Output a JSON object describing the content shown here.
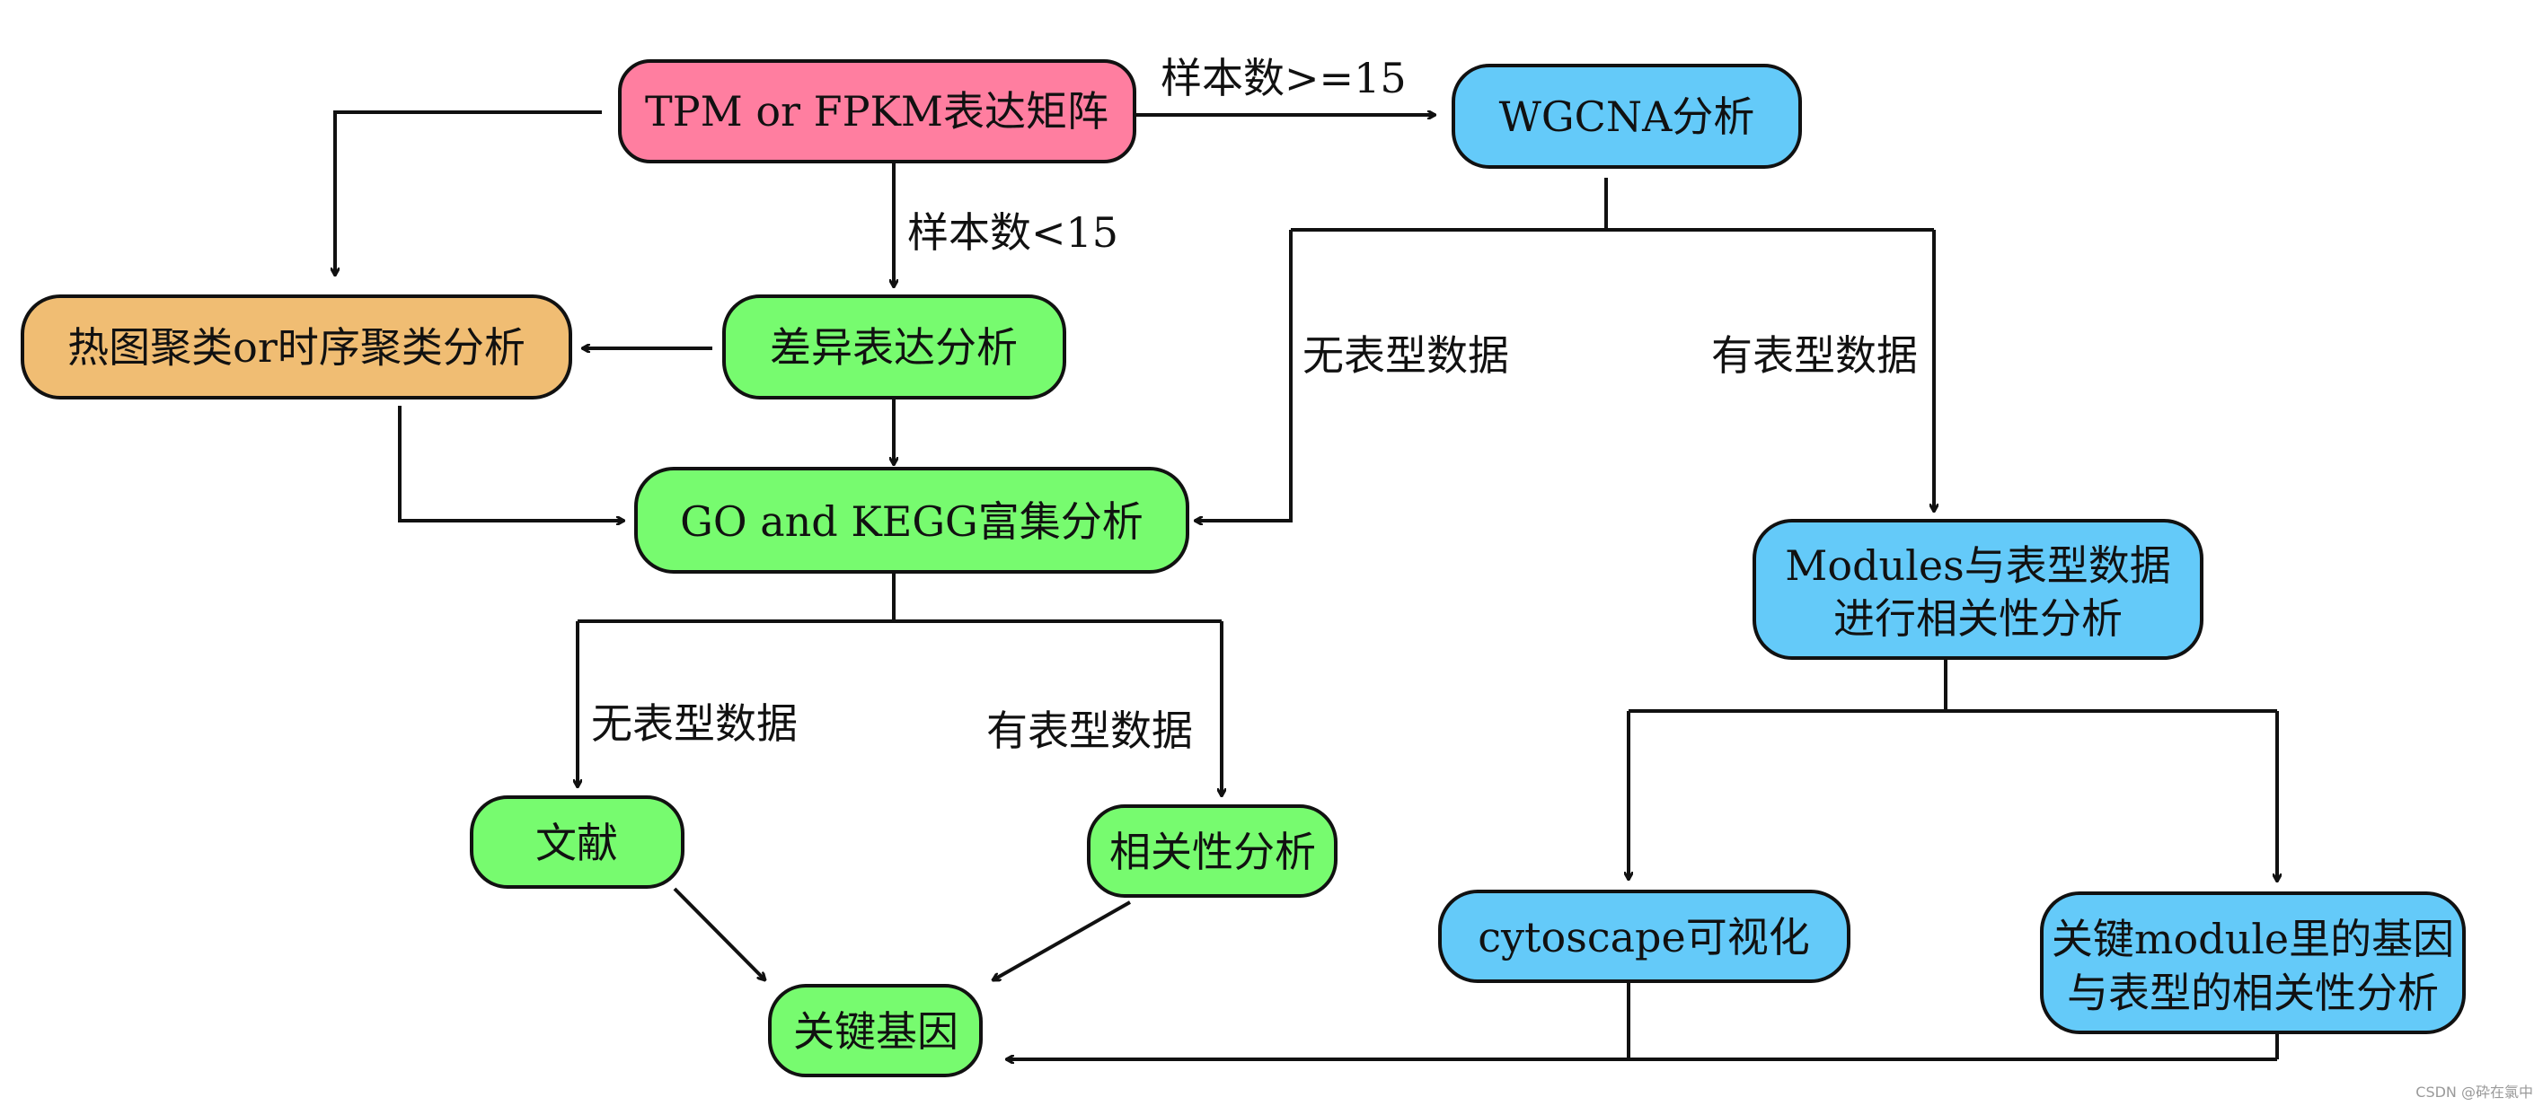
{
  "colors": {
    "pink": "#ff7ea0",
    "green": "#77fb6f",
    "blue": "#64caf9",
    "orange": "#f0bd73",
    "stroke": "#111111"
  },
  "nodes": {
    "tpm_fpkm": "TPM or FPKM表达矩阵",
    "wgcna": "WGCNA分析",
    "heatmap_cluster": "热图聚类or时序聚类分析",
    "diff_expr": "差异表达分析",
    "go_kegg": "GO and KEGG富集分析",
    "modules_corr": [
      "Modules与表型数据",
      "进行相关性分析"
    ],
    "literature": "文献",
    "correlation": "相关性分析",
    "key_genes": "关键基因",
    "cytoscape": "cytoscape可视化",
    "key_module": [
      "关键module里的基因",
      "与表型的相关性分析"
    ]
  },
  "edge_labels": {
    "samples_ge_15": "样本数>=15",
    "samples_lt_15": "样本数<15",
    "no_pheno_right": "无表型数据",
    "has_pheno_right": "有表型数据",
    "no_pheno_left": "无表型数据",
    "has_pheno_left": "有表型数据"
  },
  "watermark": "CSDN @砕在氯中"
}
